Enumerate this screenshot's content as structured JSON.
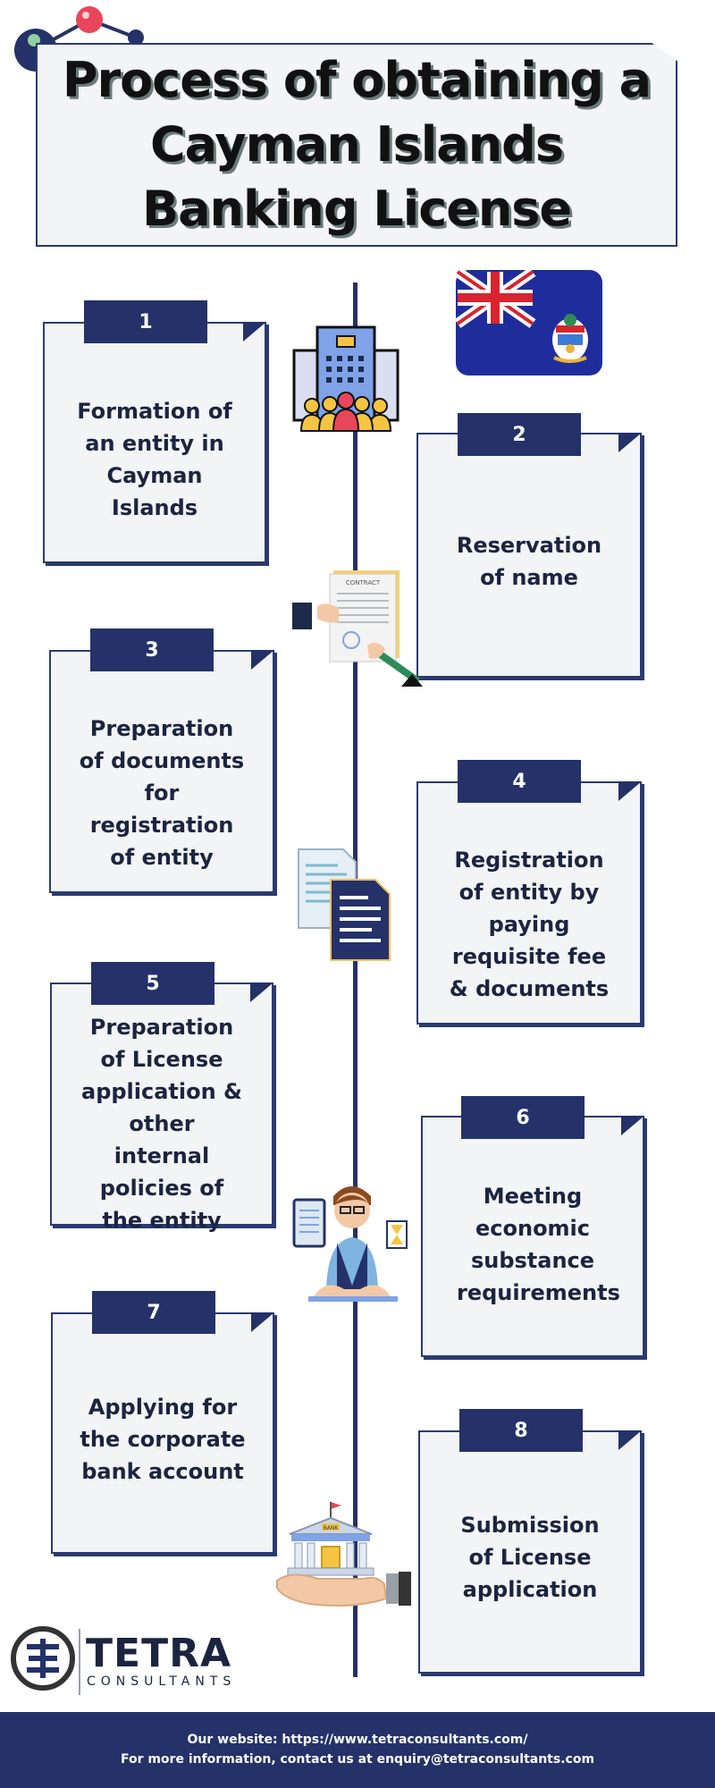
{
  "title": "Process of obtaining a Cayman Islands Banking License",
  "steps": [
    {
      "number": "1",
      "text": "Formation of an entity in Cayman Islands"
    },
    {
      "number": "2",
      "text": "Reservation of name"
    },
    {
      "number": "3",
      "text": "Preparation of documents for registration of entity"
    },
    {
      "number": "4",
      "text": "Registration of entity by paying requisite fee & documents"
    },
    {
      "number": "5",
      "text": "Preparation of License application & other internal policies of the entity"
    },
    {
      "number": "6",
      "text": "Meeting economic substance requirements"
    },
    {
      "number": "7",
      "text": "Applying for the corporate bank account"
    },
    {
      "number": "8",
      "text": "Submission of License application"
    }
  ],
  "illustrations": {
    "contract_label": "CONTRACT",
    "bank_label": "BANK"
  },
  "logo": {
    "name": "TETRA",
    "subtitle": "CONSULTANTS"
  },
  "footer": {
    "website": "Our website: https://www.tetraconsultants.com/",
    "contact": "For more information, contact us at enquiry@tetraconsultants.com"
  },
  "colors": {
    "navy": "#243269",
    "card_bg": "#f2f4f5",
    "accent_red": "#e8465a"
  }
}
